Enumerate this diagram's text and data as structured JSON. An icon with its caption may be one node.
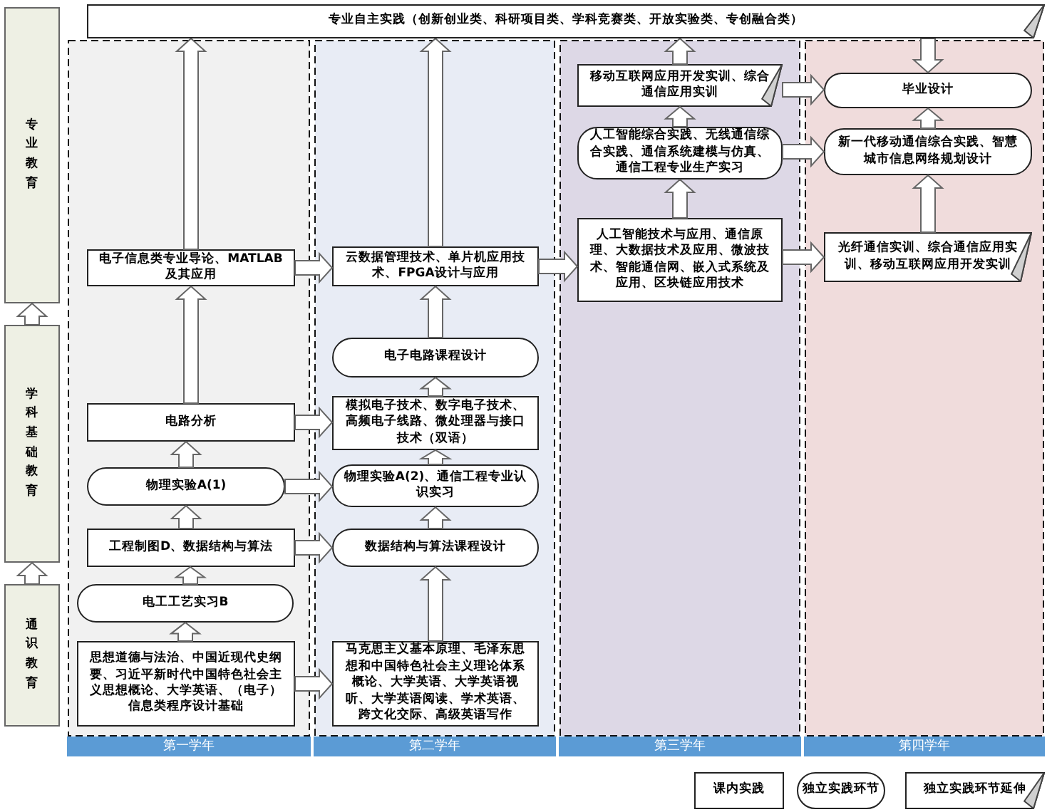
{
  "diagram": {
    "nodes": [
      {
        "text": [
          "专业自主实践（创新创业类、科研项目类、学科竞赛类、开放实验类、专创融合类）"
        ]
      },
      {
        "text": [
          "专业教育"
        ]
      },
      {
        "text": [
          "学科基础教育"
        ]
      },
      {
        "text": [
          "通识教育"
        ]
      },
      {
        "text": [
          "第一学年"
        ]
      },
      {
        "text": [
          "电子信息类专业导论、MATLAB及其应用"
        ],
        "in": 4
      },
      {
        "text": [
          "电路分析"
        ],
        "in": 4
      },
      {
        "text": [
          "物理实验A(1)"
        ],
        "in": 4
      },
      {
        "text": [
          "工程制图D、数据结构与算法"
        ],
        "in": 4
      },
      {
        "text": [
          "电工工艺实习B"
        ],
        "in": 4
      },
      {
        "text": [
          "思想道德与法治、中国近现代史纲要、习近平新时代中国特色社会主义思想概论、大学英语、（电子）信息类程序设计基础"
        ],
        "in": 4
      },
      {
        "text": [
          "第二学年"
        ]
      },
      {
        "text": [
          "云数据管理技术、单片机应用技术、FPGA设计与应用"
        ],
        "in": 11
      },
      {
        "text": [
          "电子电路课程设计"
        ],
        "in": 11
      },
      {
        "text": [
          "模拟电子技术、数字电子技术、高频电子线路、微处理器与接口技术（双语）"
        ],
        "in": 11
      },
      {
        "text": [
          "物理实验A(2)、通信工程专业认识实习"
        ],
        "in": 11
      },
      {
        "text": [
          "数据结构与算法课程设计"
        ],
        "in": 11
      },
      {
        "text": [
          "马克思主义基本原理、毛泽东思想和中国特色社会主义理论体系概论、大学英语、大学英语视听、大学英语阅读、学术英语、跨文化交际、高级英语写作"
        ],
        "in": 11
      },
      {
        "text": [
          "第三学年"
        ]
      },
      {
        "text": [
          "移动互联网应用开发实训、综合通信应用实训"
        ],
        "in": 18
      },
      {
        "text": [
          "人工智能综合实践、无线通信综合实践、通信系统建模与仿真、通信工程专业生产实习"
        ],
        "in": 18
      },
      {
        "text": [
          "人工智能技术与应用、通信原理、大数据技术及应用、微波技术、智能通信网、嵌入式系统及应用、区块链应用技术"
        ],
        "in": 18
      },
      {
        "text": [
          "第四学年"
        ]
      },
      {
        "text": [
          "毕业设计"
        ],
        "in": 22
      },
      {
        "text": [
          "新一代移动通信综合实践、智慧城市信息网络规划设计"
        ],
        "in": 22
      },
      {
        "text": [
          "光纤通信实训、综合通信应用实训、移动互联网应用开发实训"
        ],
        "in": 22
      }
    ],
    "edges": [
      {
        "from": 3,
        "to": 2,
        "arrow": "to"
      },
      {
        "from": 2,
        "to": 1,
        "arrow": "to"
      },
      {
        "from": 10,
        "to": 9,
        "arrow": "to"
      },
      {
        "from": 9,
        "to": 8,
        "arrow": "to"
      },
      {
        "from": 8,
        "to": 7,
        "arrow": "to"
      },
      {
        "from": 7,
        "to": 6,
        "arrow": "to"
      },
      {
        "from": 6,
        "to": 5,
        "arrow": "to"
      },
      {
        "from": 5,
        "to": 0,
        "arrow": "to"
      },
      {
        "from": 5,
        "to": 12,
        "arrow": "to"
      },
      {
        "from": 6,
        "to": 14,
        "arrow": "to"
      },
      {
        "from": 7,
        "to": 15,
        "arrow": "to"
      },
      {
        "from": 8,
        "to": 16,
        "arrow": "to"
      },
      {
        "from": 10,
        "to": 17,
        "arrow": "to"
      },
      {
        "from": 17,
        "to": 16,
        "arrow": "to"
      },
      {
        "from": 16,
        "to": 15,
        "arrow": "to"
      },
      {
        "from": 15,
        "to": 14,
        "arrow": "to"
      },
      {
        "from": 14,
        "to": 13,
        "arrow": "to"
      },
      {
        "from": 13,
        "to": 12,
        "arrow": "to"
      },
      {
        "from": 12,
        "to": 0,
        "arrow": "to"
      },
      {
        "from": 12,
        "to": 21,
        "arrow": "to"
      },
      {
        "from": 21,
        "to": 20,
        "arrow": "to"
      },
      {
        "from": 20,
        "to": 19,
        "arrow": "to"
      },
      {
        "from": 19,
        "to": 0,
        "arrow": "to"
      },
      {
        "from": 19,
        "to": 23,
        "arrow": "to"
      },
      {
        "from": 20,
        "to": 24,
        "arrow": "to"
      },
      {
        "from": 21,
        "to": 25,
        "arrow": "to"
      },
      {
        "from": 0,
        "to": 23,
        "arrow": "to"
      },
      {
        "from": 25,
        "to": 24,
        "arrow": "to"
      },
      {
        "from": 24,
        "to": 23,
        "arrow": "to"
      }
    ],
    "legend": [
      {
        "text": "课内实践"
      },
      {
        "text": "独立实践环节"
      },
      {
        "text": "独立实践环节延伸"
      }
    ]
  }
}
